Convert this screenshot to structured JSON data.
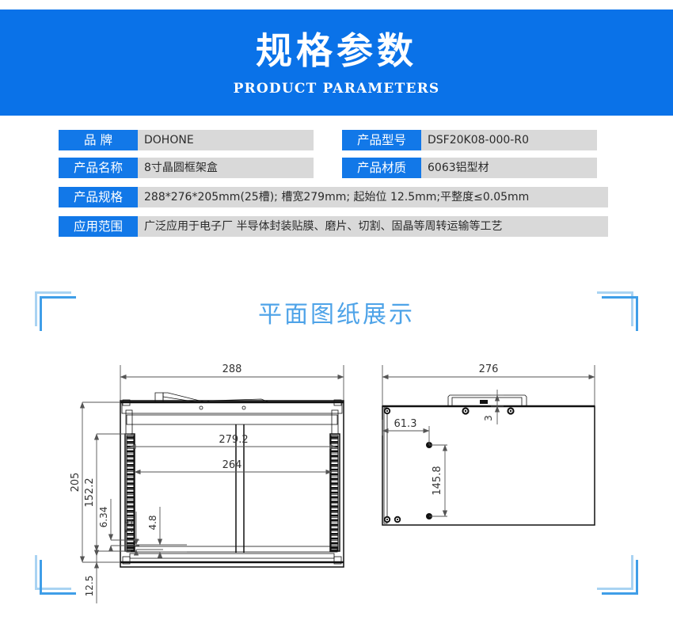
{
  "banner": {
    "title_cn": "规格参数",
    "title_en": "PRODUCT PARAMETERS",
    "bg_color": "#0a72e8"
  },
  "specs": {
    "label_bg": "#1278e8",
    "value_bg": "#d9d9d9",
    "rows": [
      {
        "left": {
          "label": "品    牌",
          "value": "DOHONE"
        },
        "right": {
          "label": "产品型号",
          "value": "DSF20K08-000-R0"
        }
      },
      {
        "left": {
          "label": "产品名称",
          "value": "8寸晶圆框架盒"
        },
        "right": {
          "label": "产品材质",
          "value": "6063铝型材"
        }
      }
    ],
    "full_rows": [
      {
        "label": "产品规格",
        "value": "288*276*205mm(25槽); 槽宽279mm; 起始位 12.5mm;平整度≤0.05mm"
      },
      {
        "label": "应用范围",
        "value": "广泛应用于电子厂 半导体封装贴膜、磨片、切割、固晶等周转运输等工艺"
      }
    ]
  },
  "drawing": {
    "section_title": "平面图纸展示",
    "title_color": "#4ea3e8",
    "bracket_color_dark": "#3f9ee8",
    "bracket_color_light": "#a9d3f2",
    "front_view": {
      "name": "front-elevation",
      "dimensions": {
        "width_overall": "288",
        "height_overall": "205",
        "inner_width_upper": "279.2",
        "inner_width_lower": "264",
        "slot_stack_height": "152.2",
        "slot_pitch": "6.34",
        "slot_thickness": "1.5",
        "slot_gap": "4.8",
        "start_position": "12.5"
      }
    },
    "side_view": {
      "name": "side-elevation",
      "dimensions": {
        "width_overall": "276",
        "hole_offset_x": "61.3",
        "hole_spacing_y": "145.8",
        "lid_thickness": "3"
      }
    }
  }
}
